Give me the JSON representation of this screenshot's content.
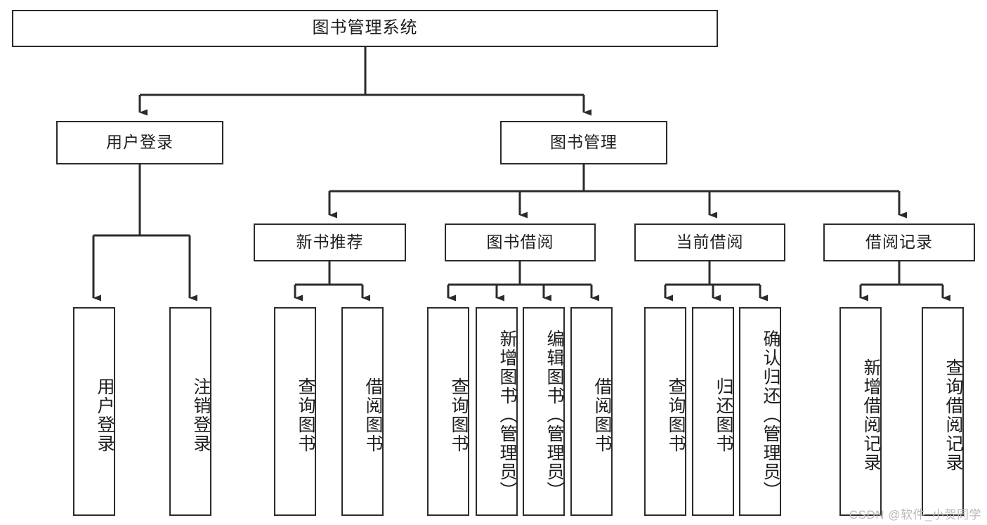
{
  "diagram": {
    "title": "图书管理系统",
    "type": "hierarchy-tree",
    "watermark": "CSDN @软件_小贺同学",
    "colors": {
      "stroke": "#2b2b2b",
      "fill": "#ffffff",
      "text": "#1d1d1d",
      "watermark": "#b9b9b9"
    },
    "root": {
      "label": "图书管理系统"
    },
    "level2": [
      {
        "label": "用户登录"
      },
      {
        "label": "图书管理"
      }
    ],
    "level3": [
      {
        "label": "新书推荐"
      },
      {
        "label": "图书借阅"
      },
      {
        "label": "当前借阅"
      },
      {
        "label": "借阅记录"
      }
    ],
    "leaves": {
      "user_login": [
        {
          "label": "用户登录"
        },
        {
          "label": "注销登录"
        }
      ],
      "new_book_recommend": [
        {
          "label": "查询图书"
        },
        {
          "label": "借阅图书"
        }
      ],
      "book_borrow": [
        {
          "label": "查询图书"
        },
        {
          "label": "新增图书（管理员）"
        },
        {
          "label": "编辑图书（管理员）"
        },
        {
          "label": "借阅图书"
        }
      ],
      "current_borrow": [
        {
          "label": "查询图书"
        },
        {
          "label": "归还图书"
        },
        {
          "label": "确认归还（管理员）"
        }
      ],
      "borrow_record": [
        {
          "label": "新增借阅记录"
        },
        {
          "label": "查询借阅记录"
        }
      ]
    }
  }
}
